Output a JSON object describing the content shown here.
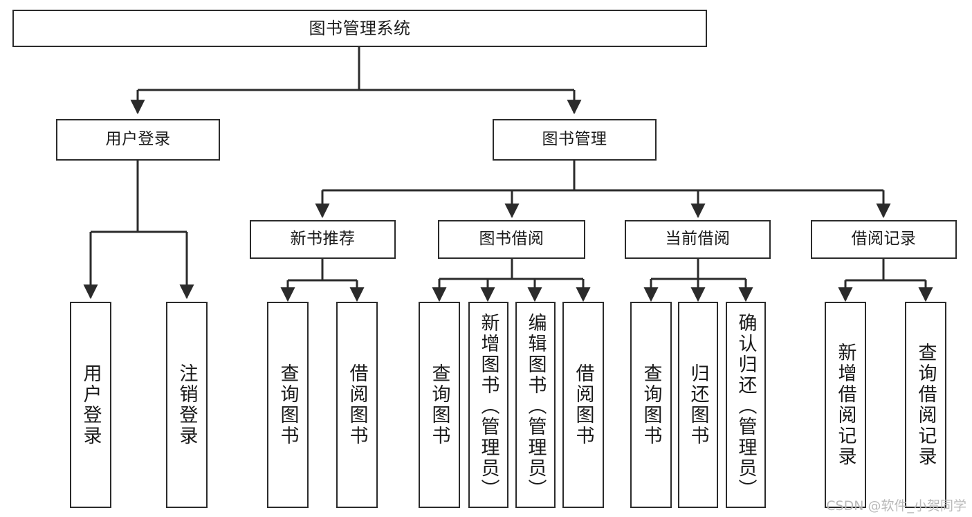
{
  "diagram": {
    "type": "tree",
    "title": "图书管理系统",
    "background_color": "#ffffff",
    "stroke_color": "#2b2b2b",
    "watermark": "CSDN @软件_小贺同学"
  },
  "nodes": {
    "root": {
      "label": "图书管理系统"
    },
    "level1": [
      {
        "id": "user-login",
        "label": "用户登录"
      },
      {
        "id": "book-manage",
        "label": "图书管理"
      }
    ],
    "level2": [
      {
        "id": "new-book-recommend",
        "label": "新书推荐"
      },
      {
        "id": "book-borrow",
        "label": "图书借阅"
      },
      {
        "id": "current-borrow",
        "label": "当前借阅"
      },
      {
        "id": "borrow-record",
        "label": "借阅记录"
      }
    ],
    "leaves": {
      "user_login": [
        {
          "id": "leaf-user-login",
          "label": "用户登录"
        },
        {
          "id": "leaf-logout-login",
          "label": "注销登录"
        }
      ],
      "new_book_recommend": [
        {
          "id": "leaf-query-book-1",
          "label": "查询图书"
        },
        {
          "id": "leaf-borrow-book-1",
          "label": "借阅图书"
        }
      ],
      "book_borrow": [
        {
          "id": "leaf-query-book-2",
          "label": "查询图书"
        },
        {
          "id": "leaf-add-book",
          "label": "新增图书（管理员）"
        },
        {
          "id": "leaf-edit-book",
          "label": "编辑图书（管理员）"
        },
        {
          "id": "leaf-borrow-book-2",
          "label": "借阅图书"
        }
      ],
      "current_borrow": [
        {
          "id": "leaf-query-book-3",
          "label": "查询图书"
        },
        {
          "id": "leaf-return-book",
          "label": "归还图书"
        },
        {
          "id": "leaf-confirm-return",
          "label": "确认归还（管理员）"
        }
      ],
      "borrow_record": [
        {
          "id": "leaf-add-record",
          "label": "新增借阅记录"
        },
        {
          "id": "leaf-query-record",
          "label": "查询借阅记录"
        }
      ]
    }
  }
}
